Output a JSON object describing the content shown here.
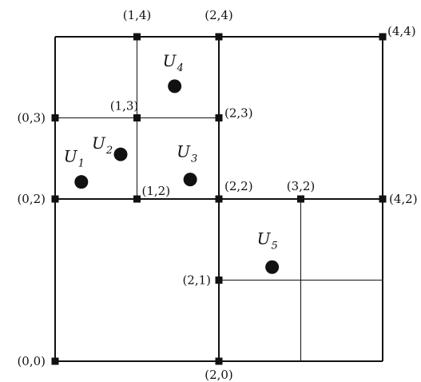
{
  "diagram": {
    "colors": {
      "ink": "#111111",
      "background": "#ffffff"
    },
    "points": [
      {
        "id": "p00",
        "label": "(0,0)",
        "x": 0,
        "y": 0
      },
      {
        "id": "p20",
        "label": "(2,0)",
        "x": 2,
        "y": 0
      },
      {
        "id": "p21",
        "label": "(2,1)",
        "x": 2,
        "y": 1
      },
      {
        "id": "p02",
        "label": "(0,2)",
        "x": 0,
        "y": 2
      },
      {
        "id": "p12",
        "label": "(1,2)",
        "x": 1,
        "y": 2
      },
      {
        "id": "p22",
        "label": "(2,2)",
        "x": 2,
        "y": 2
      },
      {
        "id": "p32",
        "label": "(3,2)",
        "x": 3,
        "y": 2
      },
      {
        "id": "p42",
        "label": "(4,2)",
        "x": 4,
        "y": 2
      },
      {
        "id": "p03",
        "label": "(0,3)",
        "x": 0,
        "y": 3
      },
      {
        "id": "p13",
        "label": "(1,3)",
        "x": 1,
        "y": 3
      },
      {
        "id": "p23",
        "label": "(2,3)",
        "x": 2,
        "y": 3
      },
      {
        "id": "p14",
        "label": "(1,4)",
        "x": 1,
        "y": 4
      },
      {
        "id": "p24",
        "label": "(2,4)",
        "x": 2,
        "y": 4
      },
      {
        "id": "p44",
        "label": "(4,4)",
        "x": 4,
        "y": 4
      }
    ],
    "users": [
      {
        "id": "u1",
        "letter": "U",
        "sub": "1",
        "x": 0.32,
        "y": 2.21
      },
      {
        "id": "u2",
        "letter": "U",
        "sub": "2",
        "x": 0.8,
        "y": 2.55
      },
      {
        "id": "u3",
        "letter": "U",
        "sub": "3",
        "x": 1.65,
        "y": 2.24
      },
      {
        "id": "u4",
        "letter": "U",
        "sub": "4",
        "x": 1.46,
        "y": 3.39
      },
      {
        "id": "u5",
        "letter": "U",
        "sub": "5",
        "x": 2.65,
        "y": 1.16
      }
    ]
  }
}
